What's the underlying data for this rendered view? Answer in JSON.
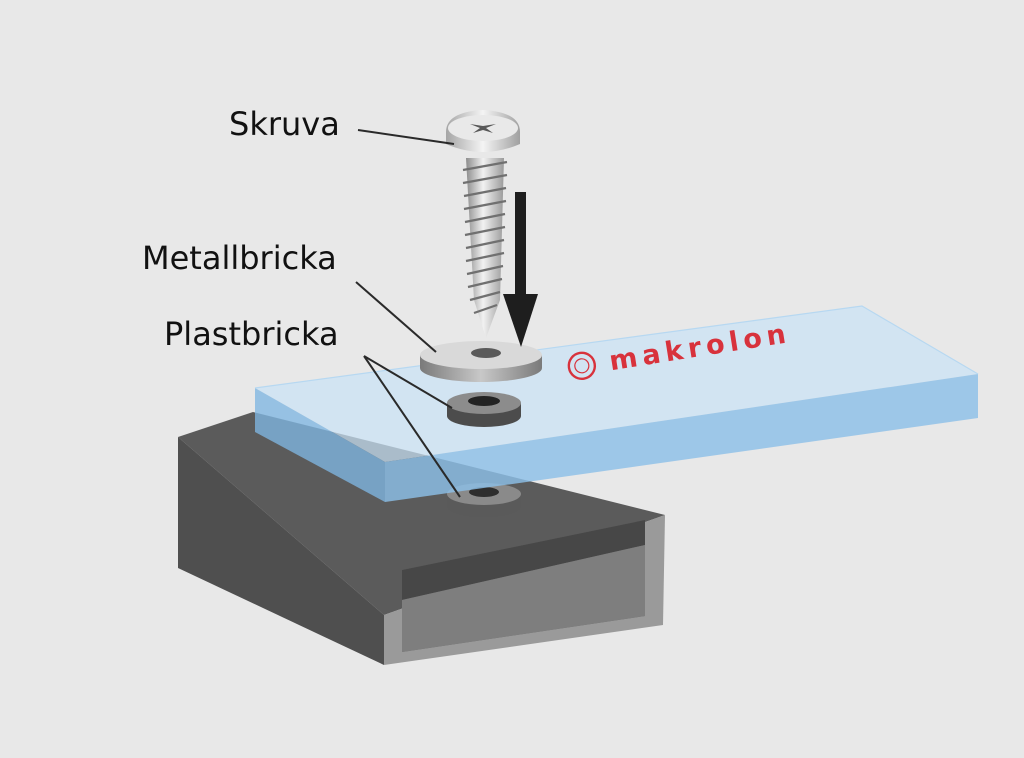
{
  "labels": {
    "screw": "Skruva",
    "metal_washer": "Metallbricka",
    "plastic_washer": "Plastbricka"
  },
  "sheet_logo": {
    "text": "makrolon",
    "color": "#d8323c"
  },
  "colors": {
    "background": "#e8e8e8",
    "sheet": "#a9d0ef",
    "profile_dark": "#5a5a5a",
    "profile_light": "#8e8e8e",
    "arrow": "#1e1e1e",
    "leader_lines": "#2a2a2a"
  },
  "icons": {
    "arrow": "down-arrow-icon",
    "logo_mark": "covestro-roundel"
  }
}
